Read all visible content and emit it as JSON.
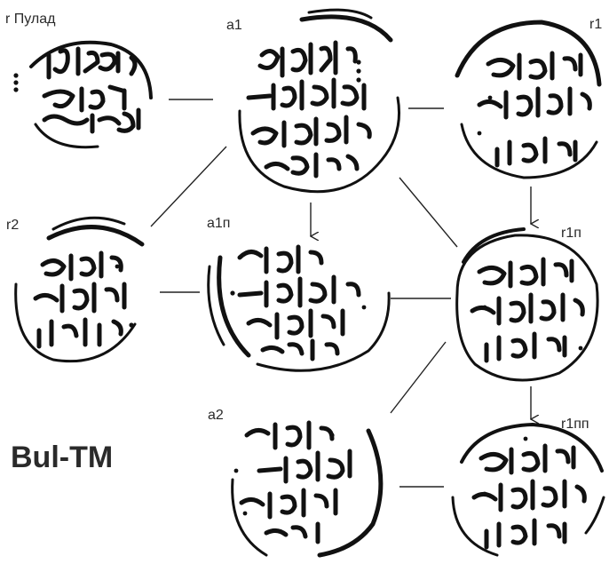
{
  "title": "Bul-TM",
  "nodes": [
    {
      "id": "r-pulad",
      "label": "r Пулад"
    },
    {
      "id": "a1",
      "label": "a1"
    },
    {
      "id": "r1",
      "label": "r1"
    },
    {
      "id": "r2",
      "label": "r2"
    },
    {
      "id": "a1p",
      "label": "a1п"
    },
    {
      "id": "r1p",
      "label": "r1п"
    },
    {
      "id": "a2",
      "label": "a2"
    },
    {
      "id": "r1pp",
      "label": "r1пп"
    }
  ],
  "edges": [
    {
      "from": "r-pulad",
      "to": "a1",
      "type": "line"
    },
    {
      "from": "a1",
      "to": "r1",
      "type": "line"
    },
    {
      "from": "a1",
      "to": "r2",
      "type": "line"
    },
    {
      "from": "a1",
      "to": "a1p",
      "type": "arrow"
    },
    {
      "from": "a1",
      "to": "r1p",
      "type": "line"
    },
    {
      "from": "r1",
      "to": "r1p",
      "type": "arrow"
    },
    {
      "from": "r2",
      "to": "a1p",
      "type": "line"
    },
    {
      "from": "a1p",
      "to": "r1p",
      "type": "line"
    },
    {
      "from": "r1p",
      "to": "a2",
      "type": "line"
    },
    {
      "from": "r1p",
      "to": "r1pp",
      "type": "arrow"
    },
    {
      "from": "a2",
      "to": "r1pp",
      "type": "line"
    }
  ]
}
